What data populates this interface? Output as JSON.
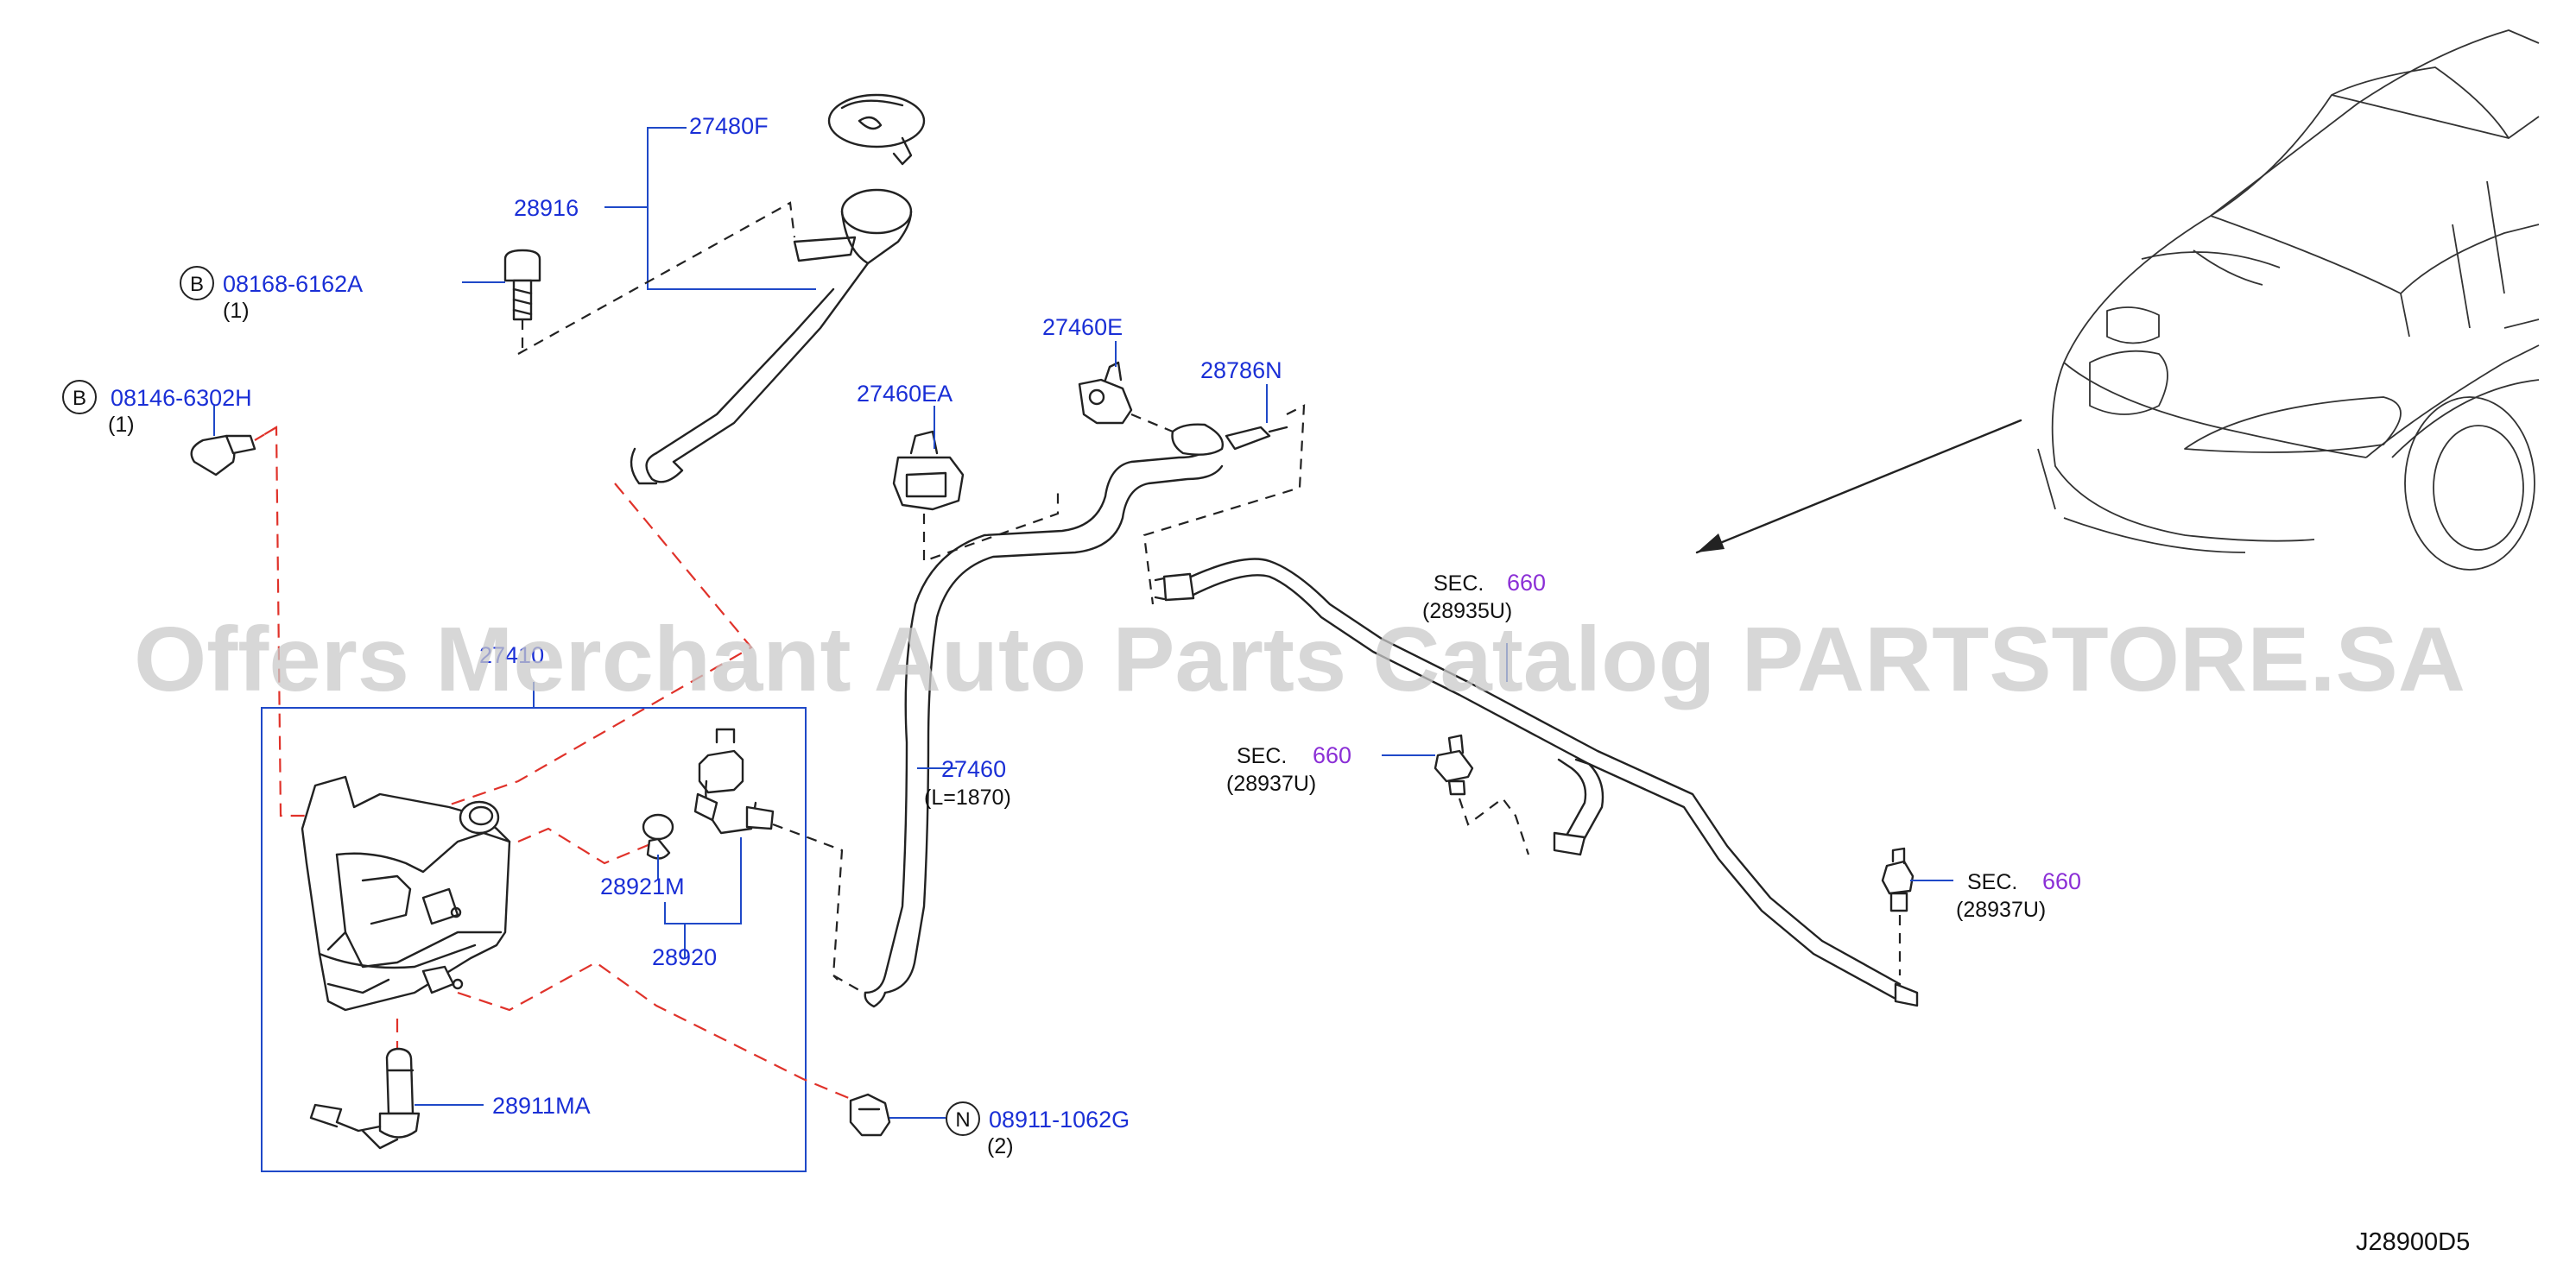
{
  "watermark": "Offers Merchant Auto Parts Catalog PARTSTORE.SA",
  "diagram_code": "J28900D5",
  "parts": {
    "p27480F": "27480F",
    "p28916": "28916",
    "bolt1_code": "08168-6162A",
    "bolt1_qty": "(1)",
    "bolt1_badge": "B",
    "bolt2_code": "08146-6302H",
    "bolt2_qty": "(1)",
    "bolt2_badge": "B",
    "p27460EA": "27460EA",
    "p27460E": "27460E",
    "p28786N": "28786N",
    "p27460": "27460",
    "p27460_len": "(L=1870)",
    "p28921M": "28921M",
    "p28920": "28920",
    "p28911MA": "28911MA",
    "nut_code": "08911-1062G",
    "nut_qty": "(2)",
    "nut_badge": "N",
    "tank_label": "27410"
  },
  "sections": {
    "sec1_prefix": "SEC.",
    "sec1_num": "660",
    "sec1_ref": "(28935U)",
    "sec2_prefix": "SEC.",
    "sec2_num": "660",
    "sec2_ref": "(28937U)",
    "sec3_prefix": "SEC.",
    "sec3_num": "660",
    "sec3_ref": "(28937U)"
  }
}
